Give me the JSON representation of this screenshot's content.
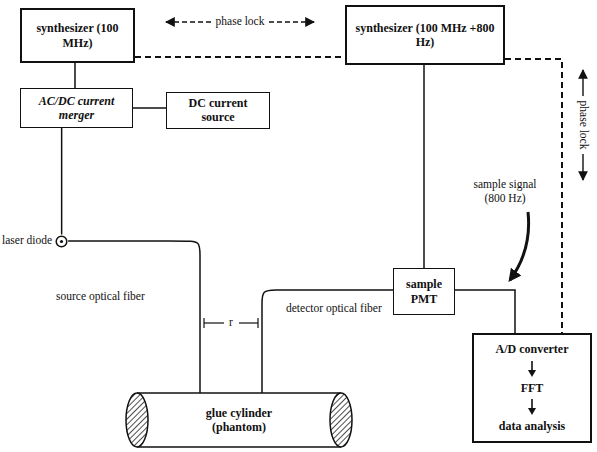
{
  "diagram": {
    "nodes": [
      {
        "text": [
          "synthesizer (100 MHz)"
        ]
      },
      {
        "text": [
          "synthesizer (100 MHz +800 Hz)"
        ]
      },
      {
        "text": [
          "AC/DC current merger"
        ]
      },
      {
        "text": [
          "DC current source"
        ]
      },
      {
        "text": [
          "laser diode"
        ]
      },
      {
        "text": [
          "sample PMT"
        ]
      },
      {
        "text": [
          "A/D converter",
          "FFT",
          "data analysis"
        ]
      },
      {
        "text": [
          "glue cylinder (phantom)"
        ]
      }
    ],
    "edges": [
      {
        "from": 0,
        "to": 1,
        "arrow": "none"
      },
      {
        "from": 0,
        "to": 2,
        "arrow": "none"
      },
      {
        "from": 3,
        "to": 2,
        "arrow": "none"
      },
      {
        "from": 2,
        "to": 4,
        "arrow": "none"
      },
      {
        "from": 4,
        "to": 7,
        "arrow": "none"
      },
      {
        "from": 7,
        "to": 5,
        "arrow": "none"
      },
      {
        "from": 1,
        "to": 5,
        "arrow": "none"
      },
      {
        "from": 5,
        "to": 6,
        "arrow": "none"
      },
      {
        "from": 1,
        "to": 6,
        "arrow": "none"
      }
    ],
    "labels": [
      "phase lock",
      "phase lock",
      "sample signal (800 Hz)",
      "source optical fiber",
      "detector optical fiber",
      "r"
    ]
  }
}
